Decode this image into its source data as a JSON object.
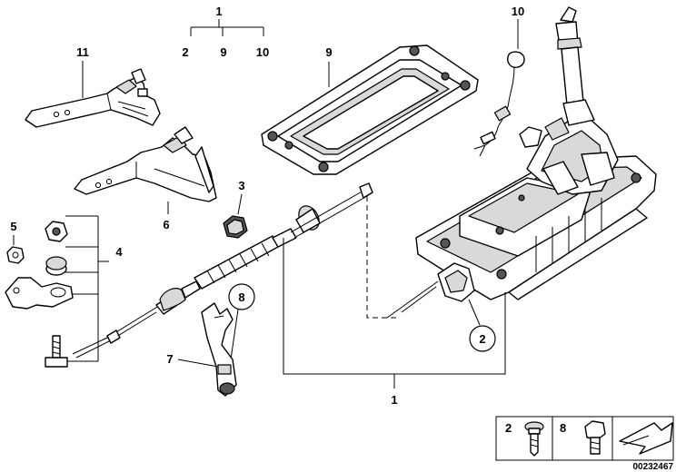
{
  "callouts": {
    "group_1_top": "1",
    "sub_2": "2",
    "sub_9": "9",
    "sub_10": "10",
    "part_11": "11",
    "part_9": "9",
    "part_10": "10",
    "part_6": "6",
    "part_3": "3",
    "part_5": "5",
    "part_4": "4",
    "part_8": "8",
    "part_7": "7",
    "part_2": "2",
    "part_1_bottom": "1"
  },
  "legend": {
    "item_a_number": "2",
    "item_b_number": "8"
  },
  "document_number": "00232467"
}
